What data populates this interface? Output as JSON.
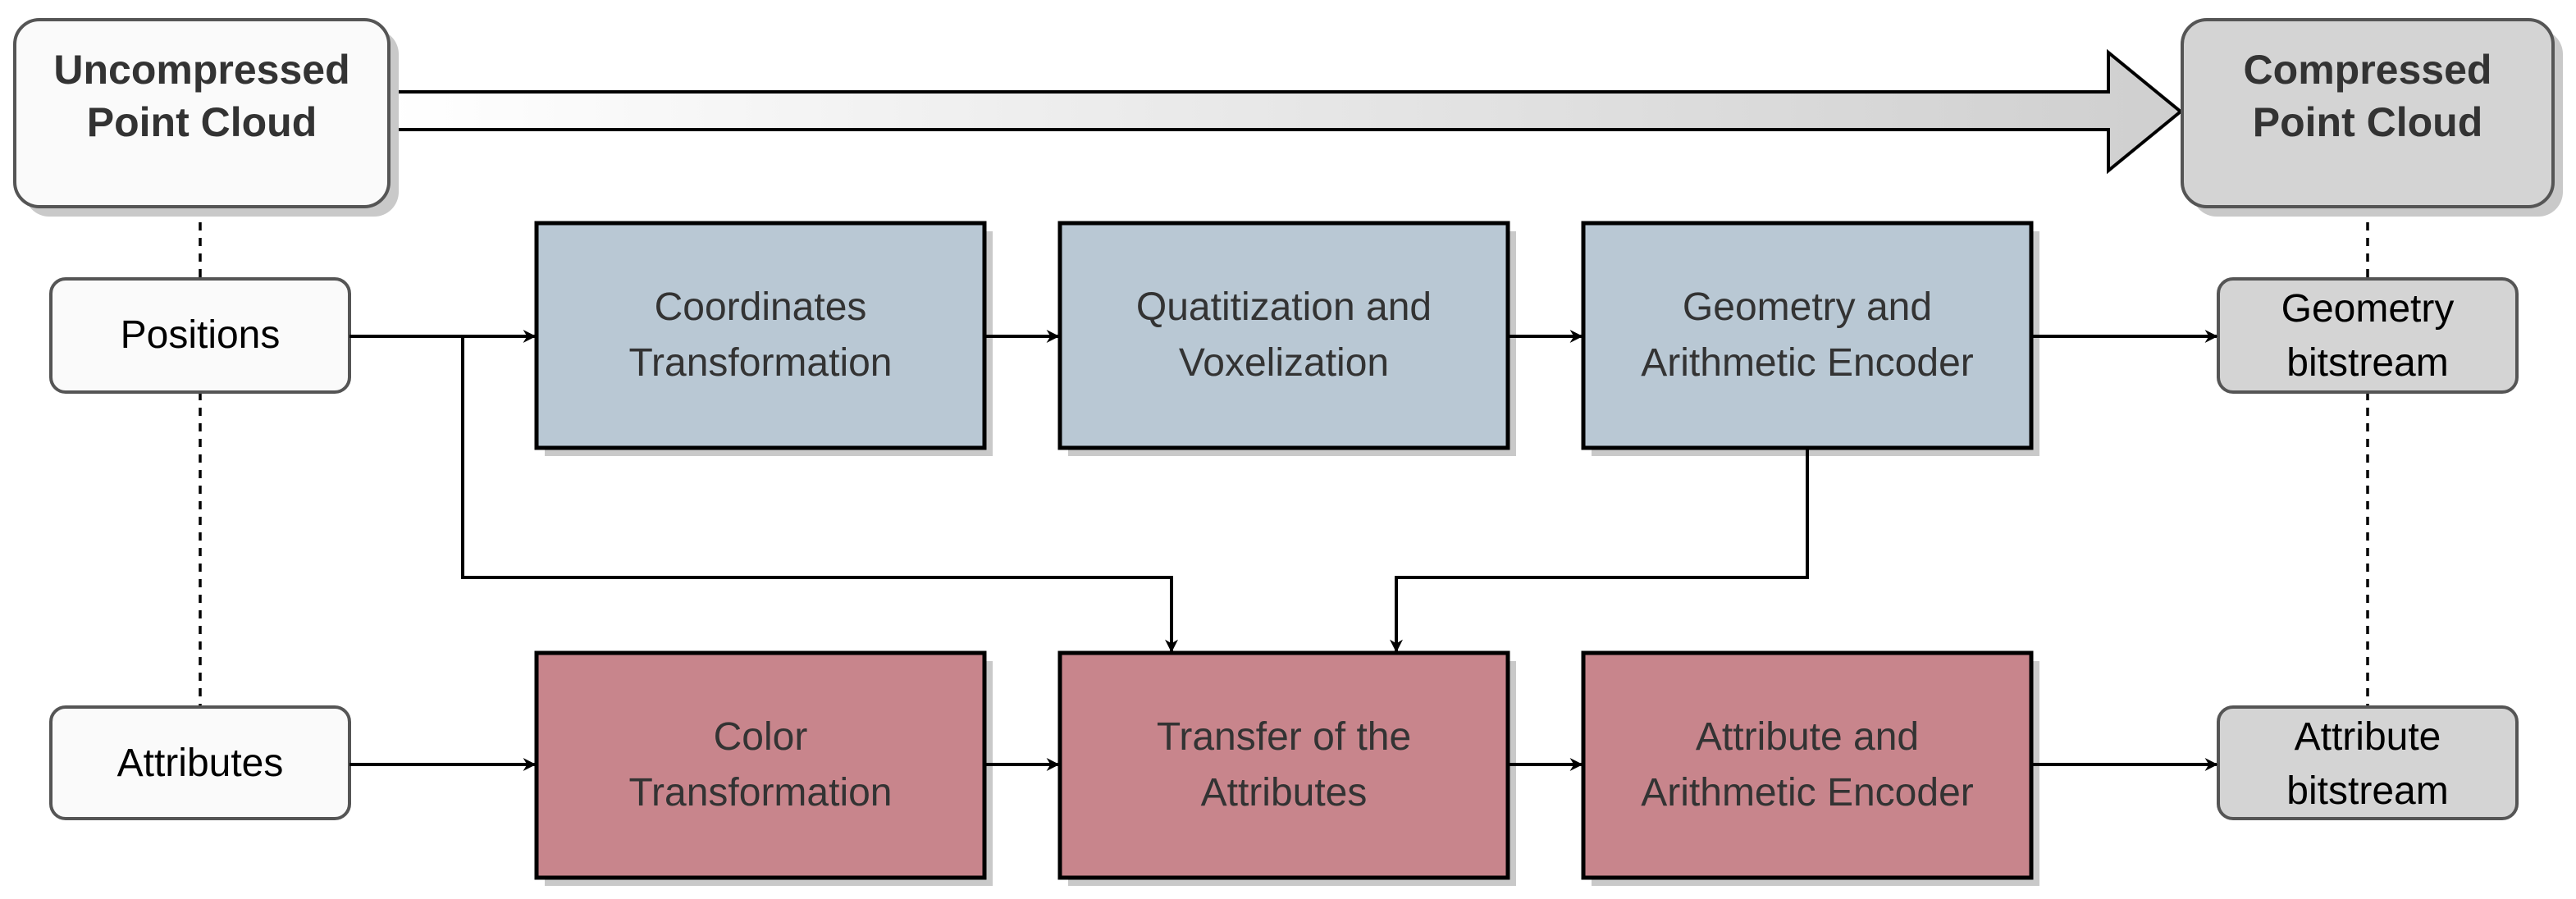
{
  "colors": {
    "geometry_fill": "#b9c8d4",
    "attribute_fill": "#c8858c",
    "uncompressed_fill": "#fafafa",
    "compressed_fill": "#d4d4d4",
    "bitstream_fill": "#d4d4d4",
    "shadow": "#c9c9c9",
    "stroke": "#000000",
    "terminal_stroke": "#555555"
  },
  "terminals": {
    "uncompressed": {
      "line1": "Uncompressed",
      "line2": "Point Cloud"
    },
    "compressed": {
      "line1": "Compressed",
      "line2": "Point Cloud"
    }
  },
  "inputs": {
    "positions": "Positions",
    "attributes": "Attributes"
  },
  "geometry_pipeline": [
    {
      "line1": "Coordinates",
      "line2": "Transformation"
    },
    {
      "line1": "Quatitization and",
      "line2": "Voxelization"
    },
    {
      "line1": "Geometry and",
      "line2": "Arithmetic Encoder"
    }
  ],
  "attribute_pipeline": [
    {
      "line1": "Color",
      "line2": "Transformation"
    },
    {
      "line1": "Transfer of the",
      "line2": "Attributes"
    },
    {
      "line1": "Attribute and",
      "line2": "Arithmetic Encoder"
    }
  ],
  "outputs": {
    "geometry": {
      "line1": "Geometry",
      "line2": "bitstream"
    },
    "attribute": {
      "line1": "Attribute",
      "line2": "bitstream"
    }
  }
}
